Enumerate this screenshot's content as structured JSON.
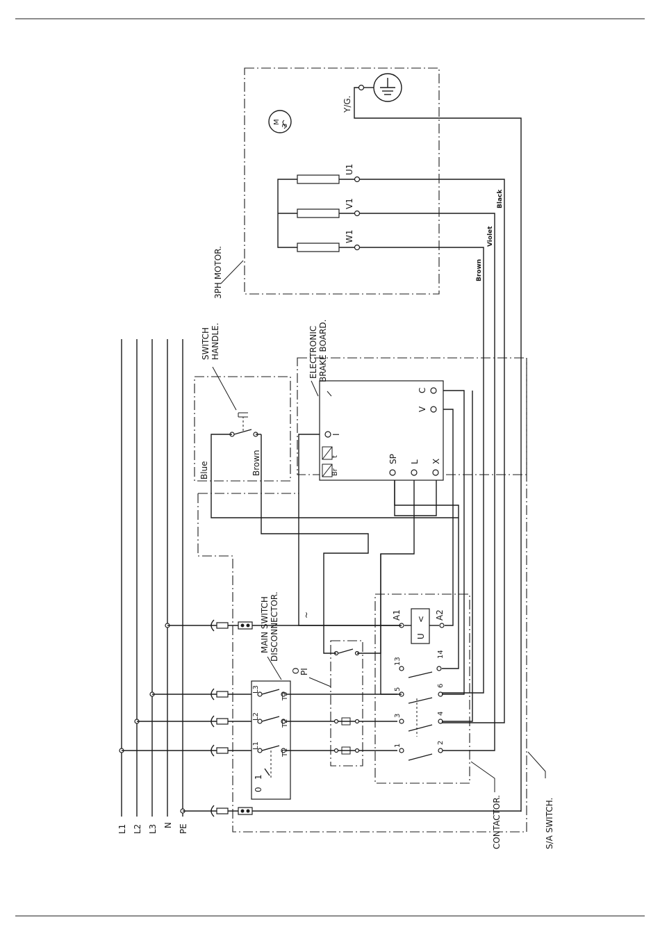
{
  "labels": {
    "motor": "3PH MOTOR.",
    "motor_symbol_m": "M",
    "motor_symbol_3": "3",
    "earth": "Y/G.",
    "u1": "U1",
    "v1": "V1",
    "w1": "W1",
    "wire_black": "Black",
    "wire_violet": "Violet",
    "wire_brown": "Brown",
    "switch_handle_1": "SWITCH",
    "switch_handle_2": "HANDLE.",
    "brake_1": "ELECTRONIC",
    "brake_2": "BRAKE BOARD.",
    "term_c": "C",
    "term_v": "V",
    "term_i": "I",
    "term_sp": "SP",
    "term_l": "L",
    "term_x": "X",
    "br": "Br",
    "t": "t",
    "blue": "Blue",
    "brown": "Brown",
    "main_1": "MAIN SWITCH",
    "main_2": "DISCONNECTOR.",
    "o_label": "O",
    "pi_label": "PI",
    "tilde": "~",
    "a1": "A1",
    "a2": "A2",
    "u_coil": "U",
    "lt": "<",
    "c13": "13",
    "c14": "14",
    "c5": "5",
    "c6": "6",
    "c3": "3",
    "c4": "4",
    "c1": "1",
    "c2": "2",
    "dl1": "L1",
    "dl2": "L2",
    "dl3": "L3",
    "dt1": "T1",
    "dt2": "T2",
    "dt3": "T3",
    "sw0": "0",
    "sw1": "1",
    "contactor": "CONTACTOR.",
    "sa_switch": "S/A SWITCH.",
    "l1": "L1",
    "l2": "L2",
    "l3": "L3",
    "n": "N",
    "pe": "PE"
  }
}
